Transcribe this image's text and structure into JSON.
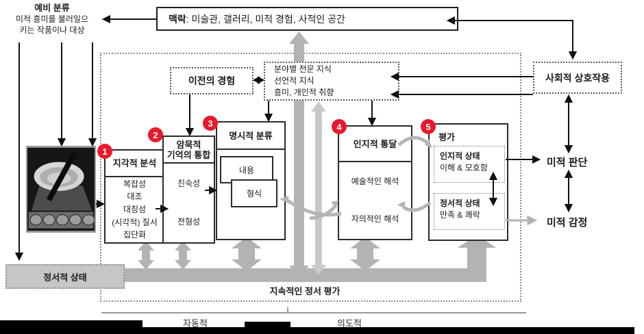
{
  "preliminary": {
    "title": "예비 분류",
    "line1": "미적 흥미를 불러일으",
    "line2": "키는 작품이나 대상"
  },
  "context_box": {
    "label_bold": "맥락",
    "label_rest": " : 미술관, 갤러리, 미적 경험, 사적인 공간"
  },
  "previous_experience": "이전의 경험",
  "knowledge_box": {
    "line1": "분야별 전문 지식",
    "line2": "선언적 지식",
    "line3": "흥미, 개인적 취향"
  },
  "social_interaction": "사회적 상호작용",
  "stages": [
    {
      "num": "1",
      "title": "지각적 분석",
      "items": [
        "복잡성",
        "대조",
        "대칭성",
        "(시각적) 질서",
        "집단화"
      ]
    },
    {
      "num": "2",
      "title1": "암묵적",
      "title2": "기억의 통합",
      "items": [
        "친숙성",
        "전형성"
      ]
    },
    {
      "num": "3",
      "title": "명시적 분류",
      "inner1": "내용",
      "inner2": "형식"
    },
    {
      "num": "4",
      "title": "인지적 통달",
      "items": [
        "예술적인 해석",
        "자의적인 해석"
      ]
    },
    {
      "num": "5",
      "title": "평가",
      "sub1": {
        "title": "인지적 상태",
        "desc": "이해 & 모호함"
      },
      "sub2": {
        "title": "정서적 상태",
        "desc": "만족 & 쾌락"
      }
    }
  ],
  "outputs": {
    "judgment": "미적 판단",
    "emotion": "미적 감정"
  },
  "affective_state": "정서적 상태",
  "continuous_eval": "지속적인 정서 평가",
  "axis": {
    "automatic": "자동적",
    "deliberate": "의도적"
  },
  "colors": {
    "accent_red": "#e8192c",
    "gray_arrow": "#b3b3b3",
    "thin_gray_arrow": "#c9c9c9",
    "affective_fill": "#c6c6c6"
  }
}
